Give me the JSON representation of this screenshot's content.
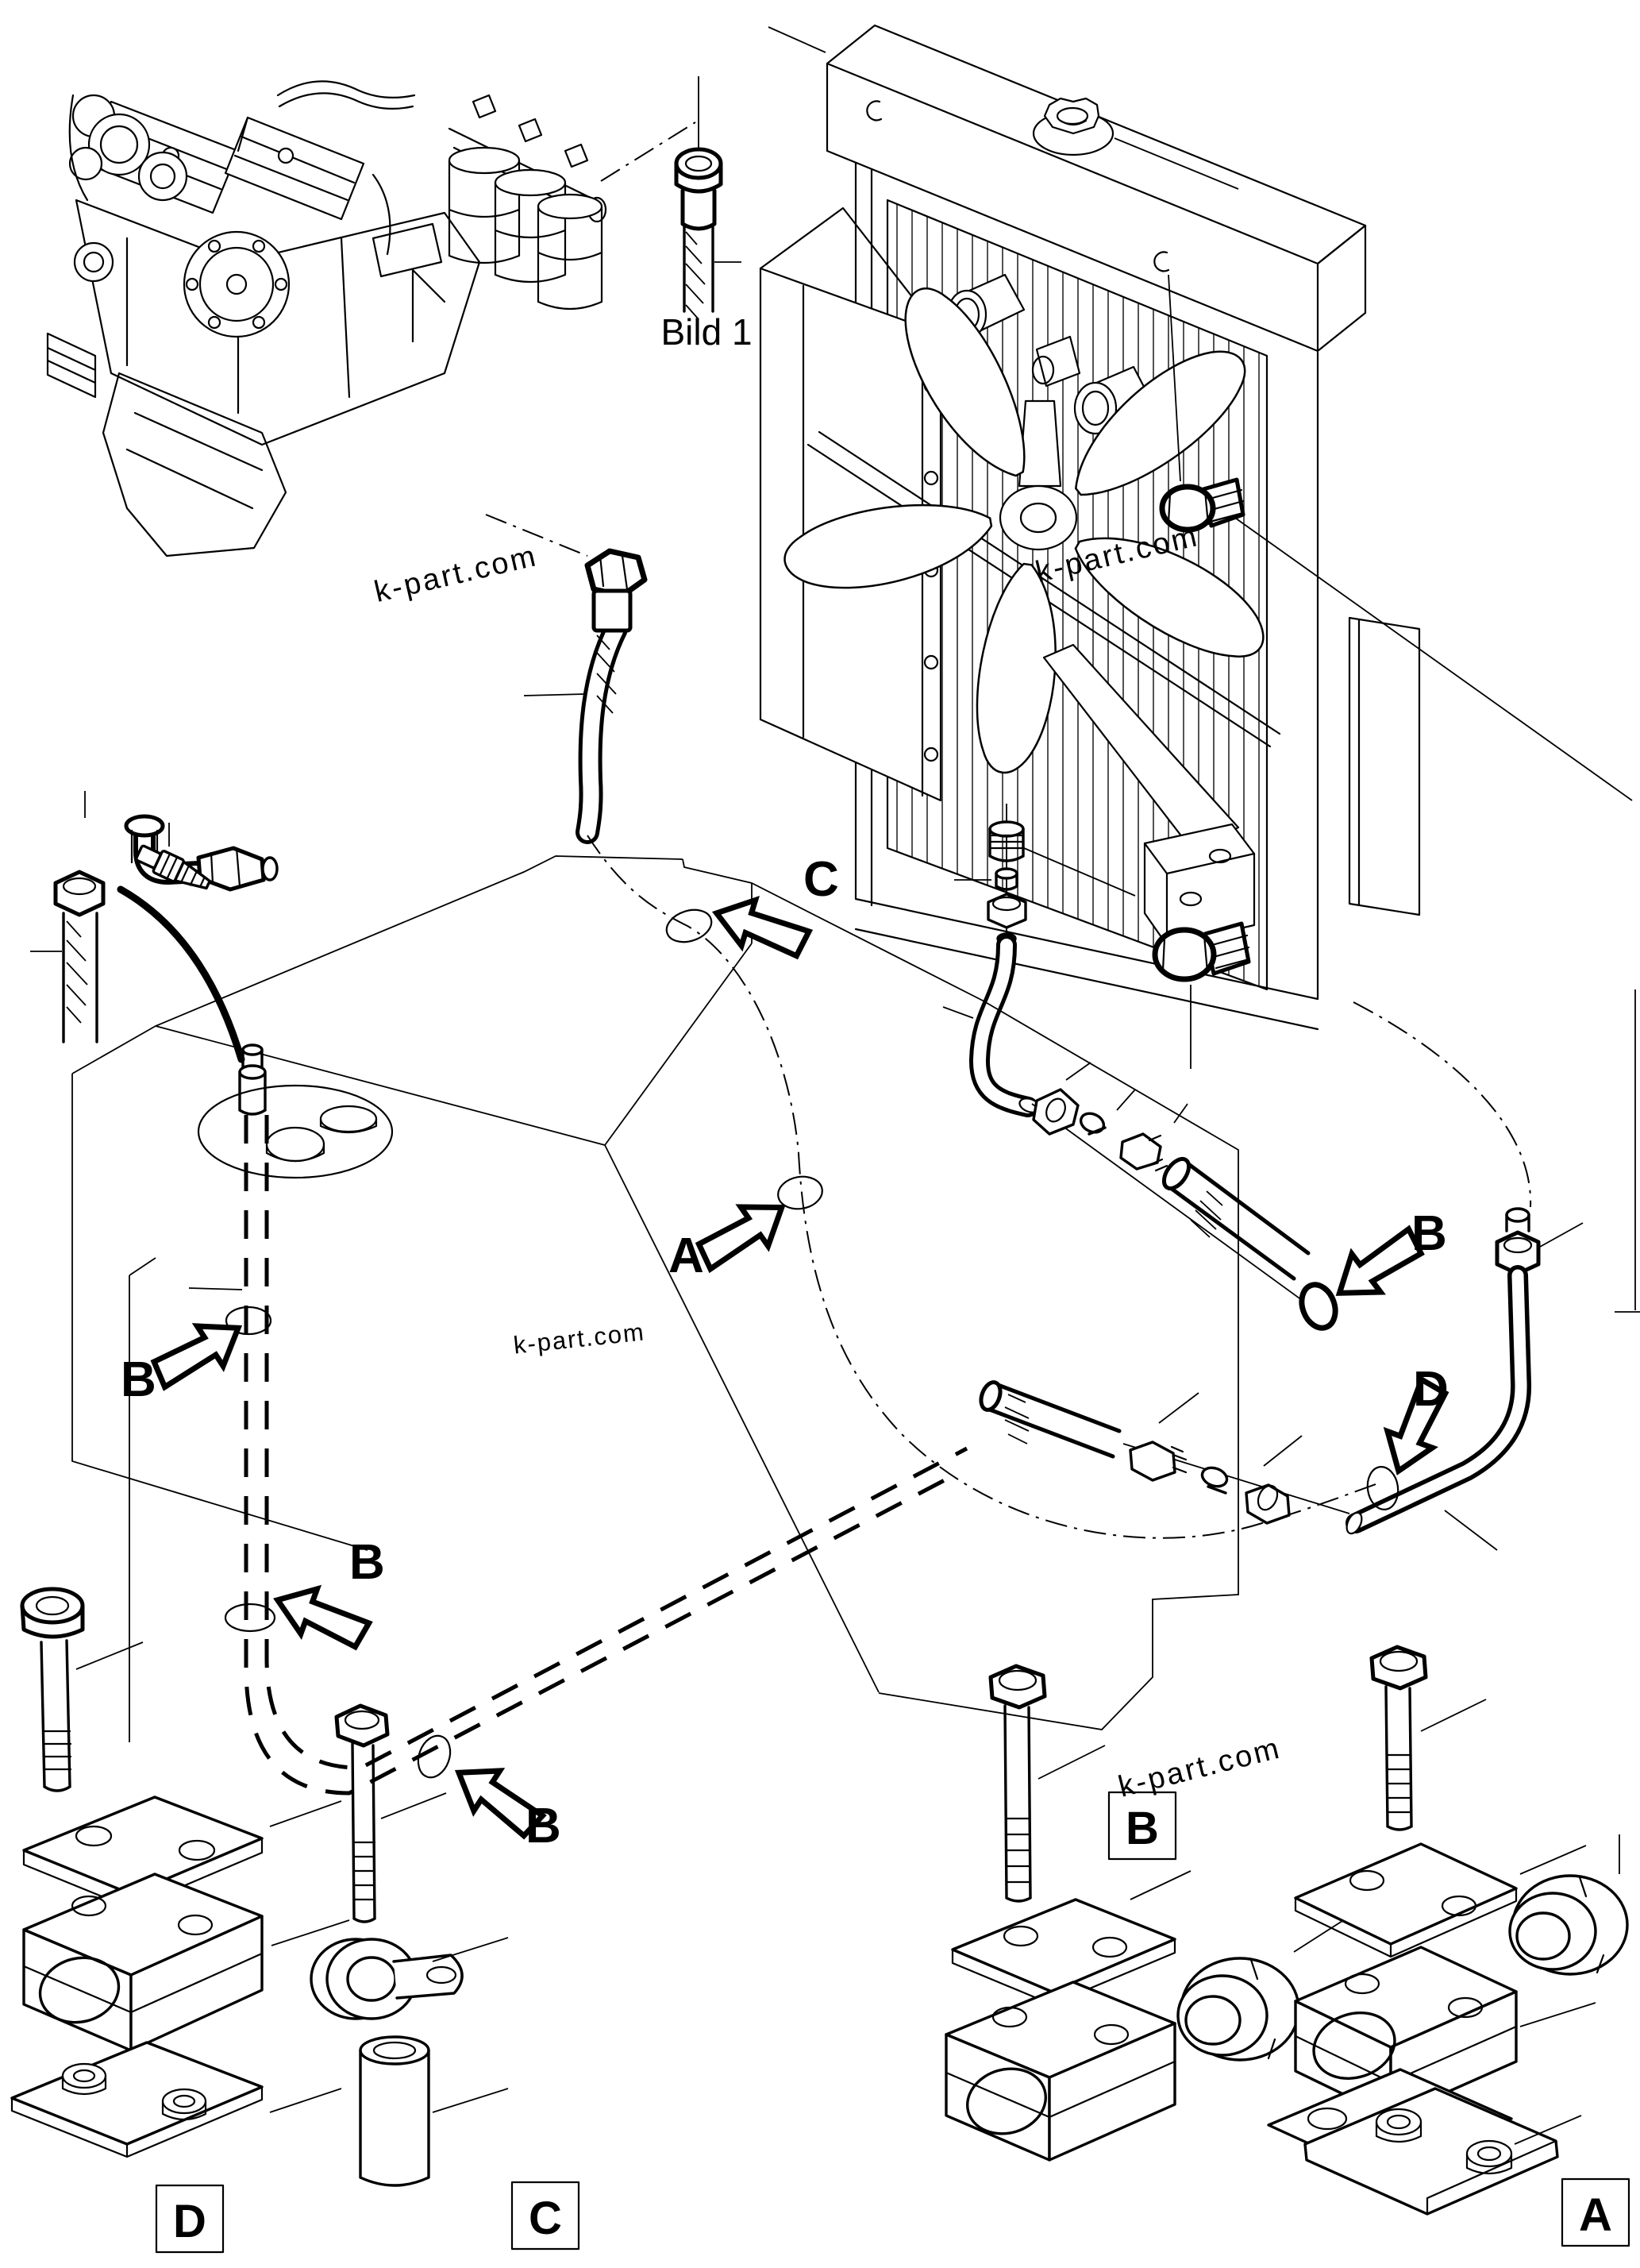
{
  "figure": {
    "type": "exploded-parts-diagram",
    "subject": "engine cooling / hose routing with radiator, engine and clamp kits",
    "bild_label": "Bild 1",
    "watermark": "k-part.com",
    "colors": {
      "line": "#000000",
      "watermark": "#b9b9b9",
      "background": "#ffffff"
    }
  },
  "callouts": {
    "a": "A",
    "b": "B",
    "c": "C",
    "d": "D"
  },
  "legend": {
    "a": "A",
    "b": "B",
    "c": "C",
    "d": "D"
  }
}
